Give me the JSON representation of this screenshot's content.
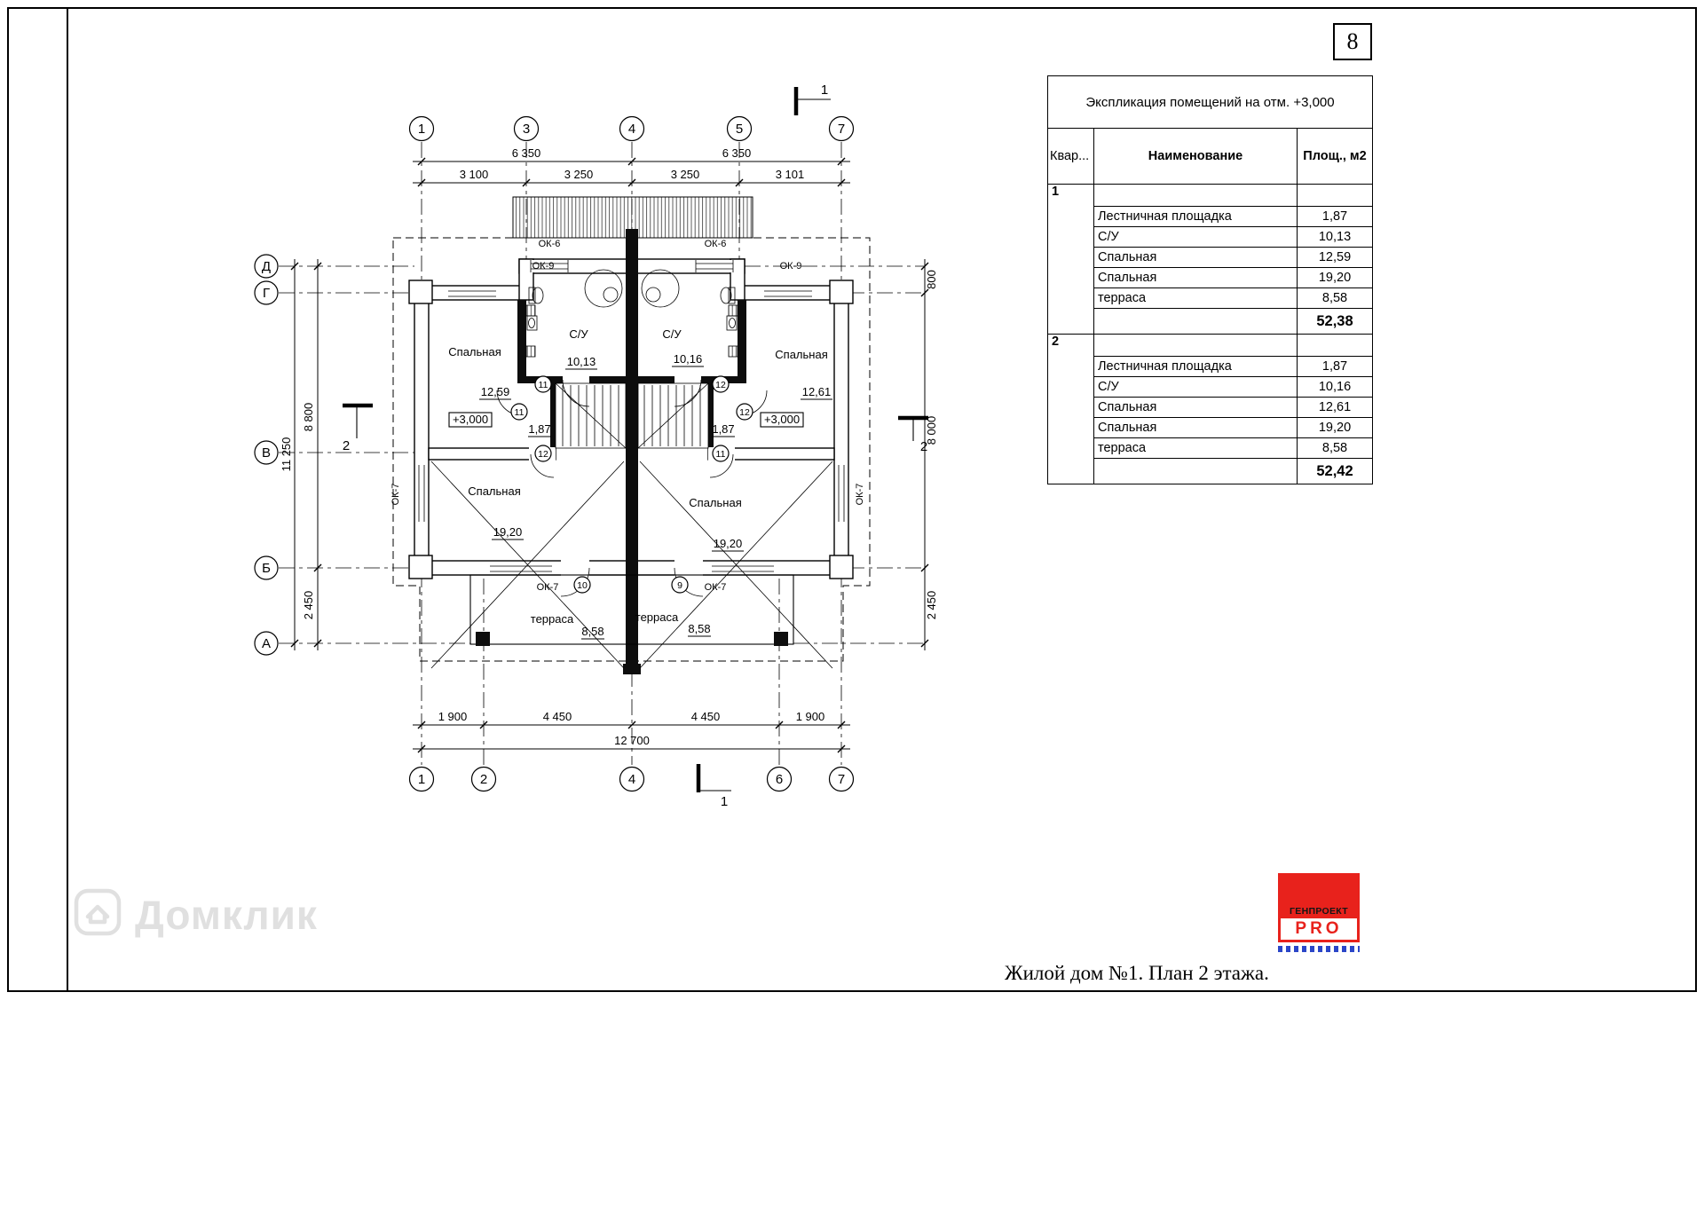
{
  "page": {
    "number": "8",
    "caption": "Жилой дом №1. План 2 этажа."
  },
  "watermark": {
    "text": "Домклик"
  },
  "logo": {
    "top": "ГЕНПРОЕКТ",
    "main": "PRO"
  },
  "colors": {
    "logo_red": "#e8221c",
    "logo_blue": "#2b46c8",
    "watermark_gray": "#e0e0e0"
  },
  "table": {
    "title": "Экспликация помещений на отм. +3,000",
    "columns": [
      "Квар...",
      "Наименование",
      "Площ., м2"
    ],
    "sections": [
      {
        "id": "1",
        "rows": [
          [
            "Лестничная площадка",
            "1,87"
          ],
          [
            "С/У",
            "10,13"
          ],
          [
            "Спальная",
            "12,59"
          ],
          [
            "Спальная",
            "19,20"
          ],
          [
            "терраса",
            "8,58"
          ]
        ],
        "total": "52,38"
      },
      {
        "id": "2",
        "rows": [
          [
            "Лестничная площадка",
            "1,87"
          ],
          [
            "С/У",
            "10,16"
          ],
          [
            "Спальная",
            "12,61"
          ],
          [
            "Спальная",
            "19,20"
          ],
          [
            "терраса",
            "8,58"
          ]
        ],
        "total": "52,42"
      }
    ]
  },
  "plan": {
    "axes_top": [
      "1",
      "3",
      "4",
      "5",
      "7"
    ],
    "axes_bottom": [
      "1",
      "2",
      "4",
      "6",
      "7"
    ],
    "axes_left": [
      "Д",
      "Г",
      "В",
      "Б",
      "А"
    ],
    "dims": {
      "top1": [
        "6 350",
        "6 350"
      ],
      "top2": [
        "3 100",
        "3 250",
        "3 250",
        "3 101"
      ],
      "bottom1": [
        "1 900",
        "4 450",
        "4 450",
        "1 900"
      ],
      "bottom_total": "12 700",
      "left_total": "11 250",
      "left": [
        "8 800",
        "2 450"
      ],
      "right": [
        "800",
        "8 000",
        "2 450"
      ]
    },
    "rooms": {
      "bedroom_tl": {
        "name": "Спальная",
        "area": "12,59"
      },
      "bath_left": {
        "name": "С/У",
        "area": "10,13"
      },
      "bath_right": {
        "name": "С/У",
        "area": "10,16"
      },
      "bedroom_tr": {
        "name": "Спальная",
        "area": "12,61"
      },
      "bedroom_bl": {
        "name": "Спальная",
        "area": "19,20"
      },
      "bedroom_br": {
        "name": "Спальная",
        "area": "19,20"
      },
      "terrace_left": {
        "name": "терраса",
        "area": "8,58"
      },
      "terrace_right": {
        "name": "терраса",
        "area": "8,58"
      },
      "stair_left": {
        "area": "1,87"
      },
      "stair_right": {
        "area": "1,87"
      }
    },
    "elevation": "+3,000",
    "windows": {
      "ok6": "ОК-6",
      "ok7": "ОК-7",
      "ok9": "ОК-9"
    },
    "doors": {
      "left_top": "11",
      "left_side": "11",
      "left_bottom": "12",
      "right_top": "12",
      "right_side": "12",
      "right_bottom": "11",
      "terrace_left": "10",
      "terrace_right": "9"
    },
    "sections": {
      "one": "1",
      "two": "2"
    }
  }
}
